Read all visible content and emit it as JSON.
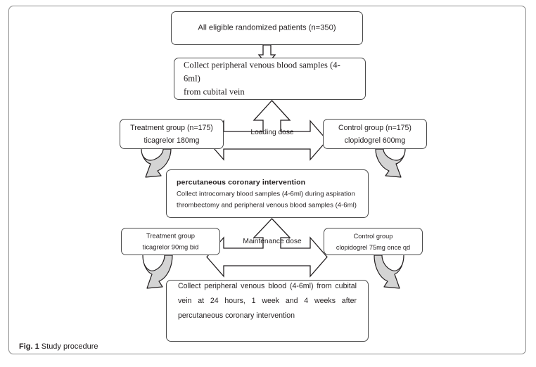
{
  "figure": {
    "caption_prefix": "Fig. 1",
    "caption_text": "Study procedure",
    "colors": {
      "frame_border": "#8a8a8a",
      "box_border": "#4a4a4a",
      "arrow_stroke": "#231f20",
      "curve_fill": "#d4d4d4",
      "text": "#231f20",
      "background": "#ffffff"
    }
  },
  "nodes": {
    "eligible": {
      "lines": [
        "All eligible randomized patients (n=350)"
      ]
    },
    "collect_baseline": {
      "lines": [
        "Collect peripheral venous blood samples (4-6ml)",
        "from cubital vein"
      ]
    },
    "treatment_top": {
      "lines": [
        "Treatment group (n=175)",
        "ticagrelor 180mg"
      ]
    },
    "control_top": {
      "lines": [
        "Control group (n=175)",
        "clopidogrel 600mg"
      ]
    },
    "pci": {
      "heading": "percutaneous coronary intervention",
      "lines": [
        "Collect introcornary blood samples (4-6ml) during aspiration",
        "thrombectomy and peripheral venous blood samples (4-6ml)"
      ]
    },
    "treatment_bottom": {
      "lines": [
        "Treatment group",
        "ticagrelor 90mg bid"
      ]
    },
    "control_bottom": {
      "lines": [
        "Control group",
        "clopidogrel 75mg once qd"
      ]
    },
    "collect_followup": {
      "lines": [
        "Collect peripheral venous blood (4-6ml) from cubital",
        "vein at 24 hours, 1 week and 4 weeks after",
        "percutaneous coronary intervention"
      ]
    }
  },
  "arrows": {
    "loading_dose_label": "Loading dose",
    "maintenance_dose_label": "Maintenance dose"
  },
  "chart_data": {
    "type": "table",
    "title": "Study procedure flowchart",
    "steps": [
      {
        "step": 1,
        "label": "All eligible randomized patients (n=350)"
      },
      {
        "step": 2,
        "label": "Collect peripheral venous blood samples (4-6ml) from cubital vein"
      },
      {
        "step": 3,
        "label": "Loading dose",
        "branches": [
          "Treatment group (n=175) ticagrelor 180mg",
          "Control group (n=175) clopidogrel 600mg"
        ]
      },
      {
        "step": 4,
        "label": "percutaneous coronary intervention: Collect introcornary blood samples (4-6ml) during aspiration thrombectomy and peripheral venous blood samples (4-6ml)"
      },
      {
        "step": 5,
        "label": "Maintenance dose",
        "branches": [
          "Treatment group ticagrelor 90mg bid",
          "Control group clopidogrel 75mg once qd"
        ]
      },
      {
        "step": 6,
        "label": "Collect peripheral venous blood (4-6ml) from cubital vein at 24 hours, 1 week and 4 weeks after percutaneous coronary intervention"
      }
    ]
  }
}
